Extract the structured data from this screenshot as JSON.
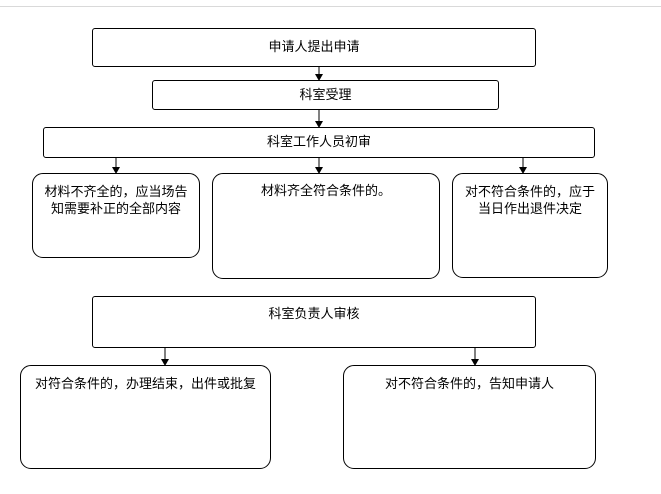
{
  "flowchart": {
    "apply": "申请人提出申请",
    "accept": "科室受理",
    "initial_review": "科室工作人员初审",
    "incomplete": "材料不齐全的，应当场告知需要补正的全部内容",
    "complete": "材料齐全符合条件的。",
    "not_eligible_first": "对不符合条件的，应于当日作出退件决定",
    "head_review": "科室负责人审核",
    "approve": "对符合条件的，办理结束，出件或批复",
    "reject": "对不符合条件的，告知申请人"
  },
  "colors": {
    "line": "#000000",
    "background": "#ffffff"
  }
}
